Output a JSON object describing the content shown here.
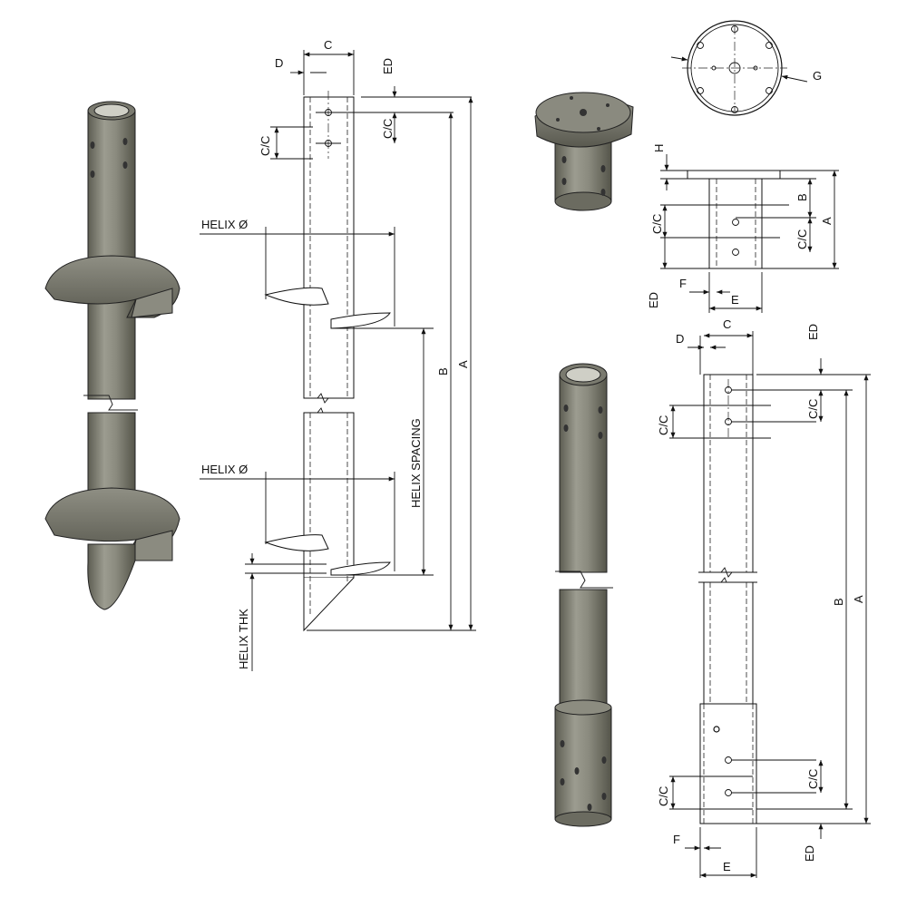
{
  "labels": {
    "a": "A",
    "b": "B",
    "c": "C",
    "d": "D",
    "e": "E",
    "f": "F",
    "g": "G",
    "h": "H",
    "ed": "ED",
    "cc": "C/C",
    "helix_dia": "HELIX Ø",
    "helix_spacing": "HELIX SPACING",
    "helix_thk": "HELIX THK"
  },
  "colors": {
    "steel": "#8a8a7e",
    "line": "#111111",
    "background": "#ffffff"
  }
}
